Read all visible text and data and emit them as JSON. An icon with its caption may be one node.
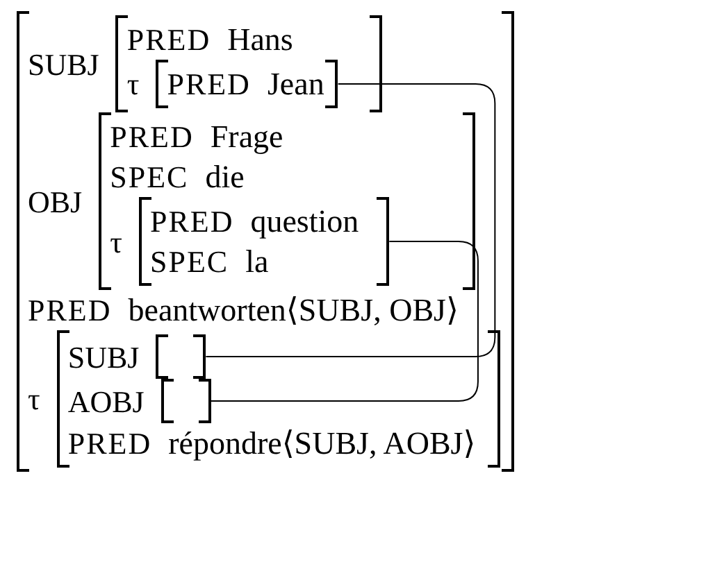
{
  "diagram": {
    "nodes": [
      {
        "text": [
          "PRED",
          "beantworten⟨SUBJ, OBJ⟩"
        ]
      },
      {
        "text": [
          "PRED",
          "Hans"
        ],
        "beside": [
          "SUBJ"
        ],
        "in": 0
      },
      {
        "text": [
          "PRED",
          "Jean"
        ],
        "beside": [
          "τ"
        ],
        "in": 1
      },
      {
        "text": [
          "PRED",
          "Frage",
          "SPEC",
          "die"
        ],
        "beside": [
          "OBJ"
        ],
        "in": 0
      },
      {
        "text": [
          "PRED",
          "question",
          "SPEC",
          "la"
        ],
        "beside": [
          "τ"
        ],
        "in": 3
      },
      {
        "text": [
          "PRED",
          "répondre⟨SUBJ, AOBJ⟩"
        ],
        "beside": [
          "τ"
        ],
        "in": 0
      },
      {
        "text": [],
        "shape": "box",
        "beside": [
          "SUBJ"
        ],
        "in": 5
      },
      {
        "text": [],
        "shape": "box",
        "beside": [
          "AOBJ"
        ],
        "in": 5
      }
    ],
    "edges": [
      {
        "from": 2,
        "to": 6,
        "arrow": "none"
      },
      {
        "from": 4,
        "to": 7,
        "arrow": "none"
      }
    ]
  }
}
